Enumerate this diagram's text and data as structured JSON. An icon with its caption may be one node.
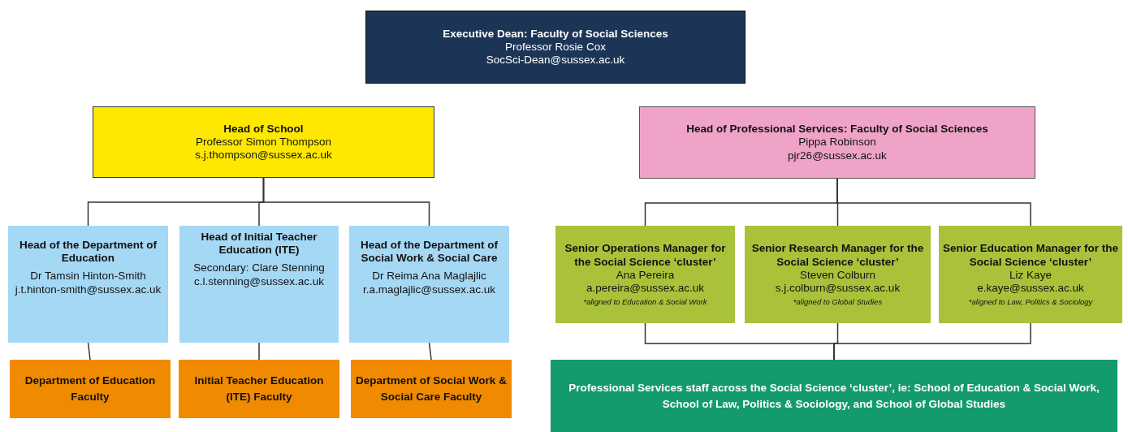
{
  "diagram": {
    "nodes": [
      {
        "text": [
          "Executive Dean: Faculty of Social Sciences",
          "Professor Rosie Cox",
          "SocSci-Dean@sussex.ac.uk"
        ]
      },
      {
        "text": [
          "Head of School",
          "Professor Simon Thompson",
          "s.j.thompson@sussex.ac.uk"
        ]
      },
      {
        "text": [
          "Head of Professional Services: Faculty of Social Sciences",
          "Pippa Robinson",
          "pjr26@sussex.ac.uk"
        ]
      },
      {
        "text": [
          "Head of the Department of Education",
          "Dr Tamsin Hinton-Smith",
          "j.t.hinton-smith@sussex.ac.uk"
        ]
      },
      {
        "text": [
          "Head of Initial Teacher Education (ITE)",
          "Secondary: Clare Stenning",
          "c.l.stenning@sussex.ac.uk"
        ]
      },
      {
        "text": [
          "Head of the Department of Social Work & Social Care",
          "Dr Reima Ana Maglajlic",
          "r.a.maglajlic@sussex.ac.uk"
        ]
      },
      {
        "text": [
          "Senior Operations Manager for the Social Science ‘cluster’",
          "Ana Pereira",
          "a.pereira@sussex.ac.uk",
          "*aligned to Education & Social Work"
        ]
      },
      {
        "text": [
          "Senior Research Manager for the Social Science ‘cluster’",
          "Steven Colburn",
          "s.j.colburn@sussex.ac.uk",
          "*aligned to Global Studies"
        ]
      },
      {
        "text": [
          "Senior Education Manager for the Social Science ‘cluster’",
          "Liz Kaye",
          "e.kaye@sussex.ac.uk",
          "*aligned to Law, Politics & Sociology"
        ]
      },
      {
        "text": [
          "Department of Education Faculty"
        ]
      },
      {
        "text": [
          "Initial Teacher Education (ITE) Faculty"
        ]
      },
      {
        "text": [
          "Department of Social Work & Social Care Faculty"
        ]
      },
      {
        "text": [
          "Professional Services staff across the Social Science ‘cluster’, ie: School of Education & Social Work, School of Law, Politics & Sociology, and School of Global Studies"
        ]
      }
    ],
    "edges": [
      {
        "from": 1,
        "to": 3,
        "arrow": "none"
      },
      {
        "from": 1,
        "to": 4,
        "arrow": "none"
      },
      {
        "from": 1,
        "to": 5,
        "arrow": "none"
      },
      {
        "from": 3,
        "to": 9,
        "arrow": "none"
      },
      {
        "from": 4,
        "to": 10,
        "arrow": "none"
      },
      {
        "from": 5,
        "to": 11,
        "arrow": "none"
      },
      {
        "from": 2,
        "to": 6,
        "arrow": "none"
      },
      {
        "from": 2,
        "to": 7,
        "arrow": "none"
      },
      {
        "from": 2,
        "to": 8,
        "arrow": "none"
      },
      {
        "from": 6,
        "to": 12,
        "arrow": "none"
      },
      {
        "from": 7,
        "to": 12,
        "arrow": "none"
      },
      {
        "from": 8,
        "to": 12,
        "arrow": "none"
      }
    ]
  }
}
